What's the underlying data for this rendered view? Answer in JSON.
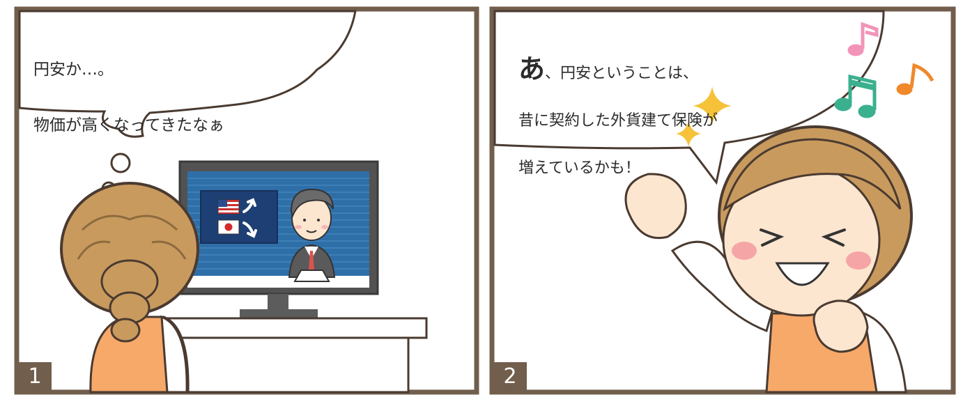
{
  "panels": [
    {
      "number": "1",
      "speech_lines": [
        "円安か…。",
        "物価が高くなってきたなぁ"
      ]
    },
    {
      "number": "2",
      "speech_emphasis": "あ",
      "speech_first_line_rest": "、円安ということは、",
      "speech_lines": [
        "昔に契約した外貨建て保険が",
        "増えているかも！"
      ]
    }
  ],
  "colors": {
    "frame": "#725e4d",
    "hair": "#c89a5e",
    "skin": "#fde6d0",
    "apron": "#f7a96a",
    "tv_screen": "#2f6fa8",
    "note_pink": "#f294b8",
    "note_green": "#3bb08f",
    "note_orange": "#f0892c",
    "sparkle": "#f5c23a"
  }
}
